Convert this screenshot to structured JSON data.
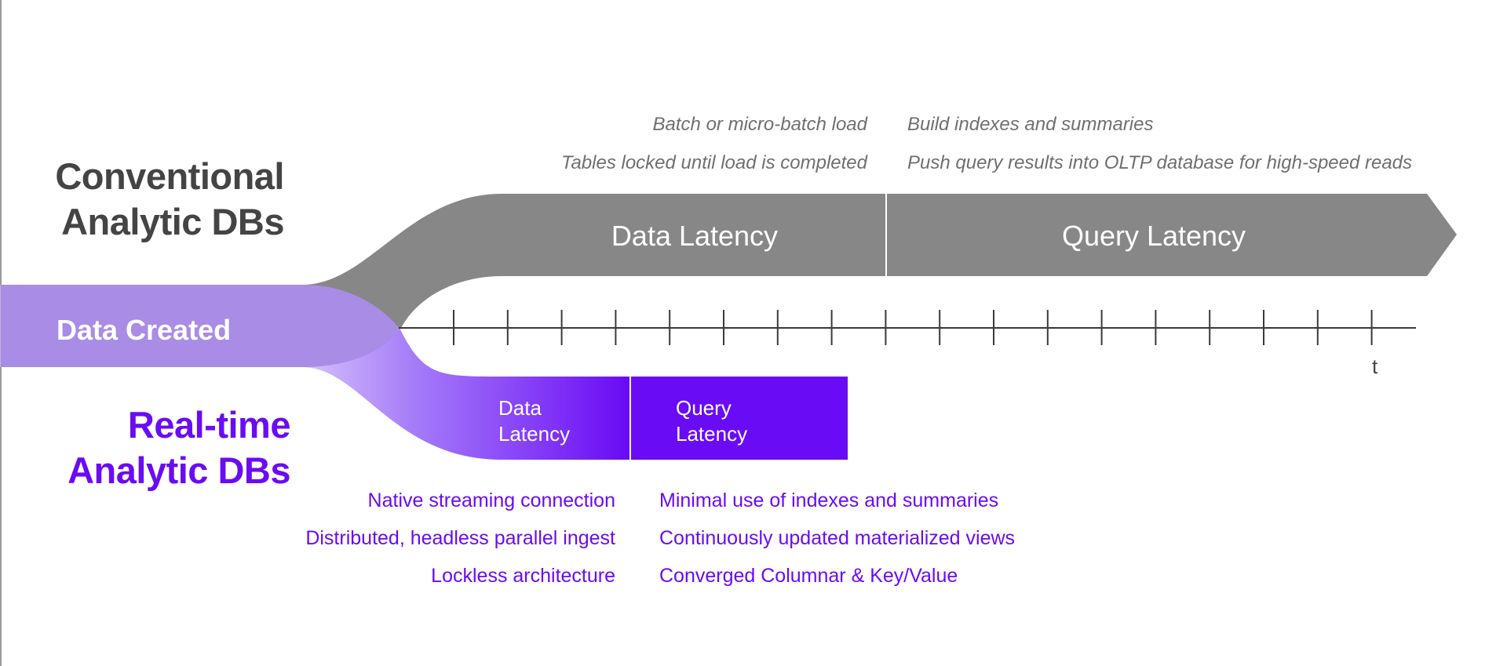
{
  "conventional": {
    "title_line1": "Conventional",
    "title_line2": "Analytic DBs",
    "data_latency_label": "Data Latency",
    "query_latency_label": "Query Latency",
    "data_notes": [
      "Batch or micro-batch load",
      "Tables locked until load is completed"
    ],
    "query_notes": [
      "Build indexes and summaries",
      "Push query results into OLTP database for high-speed reads"
    ],
    "color": "#878787"
  },
  "source": {
    "label": "Data Created",
    "color": "#c4c4c4"
  },
  "realtime": {
    "title_line1": "Real-time",
    "title_line2": "Analytic DBs",
    "data_latency_line1": "Data",
    "data_latency_line2": "Latency",
    "query_latency_line1": "Query",
    "query_latency_line2": "Latency",
    "data_notes": [
      "Native streaming connection",
      "Distributed, headless parallel ingest",
      "Lockless architecture"
    ],
    "query_notes": [
      "Minimal use of indexes and summaries",
      "Continuously updated materialized views",
      "Converged Columnar & Key/Value"
    ],
    "color": "#6a0bf5"
  },
  "timeline": {
    "axis_label": "t"
  }
}
